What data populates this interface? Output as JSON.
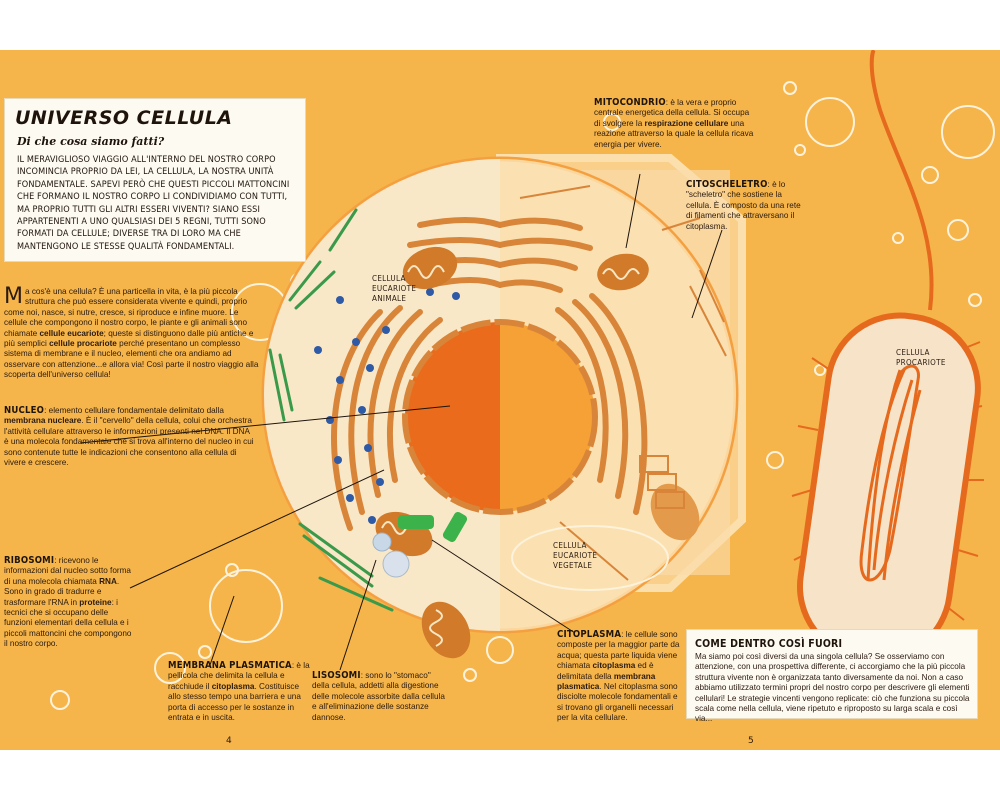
{
  "title": "UNIVERSO CELLULA",
  "subtitle": "Di che cosa siamo fatti?",
  "intro": "IL MERAVIGLIOSO VIAGGIO ALL'INTERNO DEL NOSTRO CORPO INCOMINCIA PROPRIO DA LEI, LA CELLULA, LA NOSTRA UNITÀ FONDAMENTALE. SAPEVI PERÒ CHE QUESTI PICCOLI MATTONCINI CHE FORMANO IL NOSTRO CORPO LI CONDIVIDIAMO CON TUTTI, MA PROPRIO TUTTI GLI ALTRI ESSERI VIVENTI? SIANO ESSI APPARTENENTI A UNO QUALSIASI DEI 5 REGNI, TUTTI SONO FORMATI DA CELLULE; DIVERSE TRA DI LORO MA CHE MANTENGONO LE STESSE QUALITÀ FONDAMENTALI.",
  "what_is": {
    "dropcap": "M",
    "p1": "a cos'è una cellula? È una particella in vita, è la più piccola struttura che può essere considerata vivente e quindi, proprio come noi, nasce, si nutre, cresce, si riproduce e infine muore. Le cellule che compongono il nostro corpo, le piante e gli animali sono chiamate ",
    "b1": "cellule eucariote",
    "p2": "; queste si distinguono dalle più antiche e più semplici ",
    "b2": "cellule procariote",
    "p3": " perché presentano un complesso sistema di membrane e il nucleo, elementi che ora andiamo ad osservare con attenzione...e allora via! Così parte il nostro viaggio alla scoperta dell'universo cellula!"
  },
  "nucleo": {
    "head": "NUCLEO",
    "p1": ": elemento cellulare fondamentale delimitato dalla ",
    "b1": "membrana nucleare",
    "p2": ". È il \"cervello\" della cellula, colui che orchestra l'attività cellulare attraverso le informazioni presenti nel DNA. Il DNA è una molecola fondamentale che si trova all'interno del nucleo in cui sono contenute tutte le indicazioni che consentono alla cellula di vivere e crescere."
  },
  "ribosomi": {
    "head": "RIBOSOMI",
    "p1": ": ricevono le informazioni dal nucleo sotto forma di una molecola chiamata ",
    "b1": "RNA",
    "p2": ". Sono in grado di tradurre e trasformare l'RNA in ",
    "b2": "proteine",
    "p3": ": i tecnici che si occupano delle funzioni elementari della cellula e i piccoli mattoncini che compongono il nostro corpo."
  },
  "membrana": {
    "head": "MEMBRANA PLASMATICA",
    "p1": ": è la pellicola che delimita la cellula e racchiude il ",
    "b1": "citoplasma",
    "p2": ". Costituisce allo stesso tempo una barriera e una porta di accesso per le sostanze in entrata e in uscita."
  },
  "lisosomi": {
    "head": "LISOSOMI",
    "p1": ": sono lo \"stomaco\" della cellula, addetti alla digestione delle molecole assorbite dalla cellula e all'eliminazione delle sostanze dannose."
  },
  "citoplasma": {
    "head": "CITOPLASMA",
    "p1": ": le cellule sono composte per la maggior parte da acqua; questa parte liquida viene chiamata ",
    "b1": "citoplasma",
    "p2": " ed è delimitata della ",
    "b2": "membrana plasmatica",
    "p3": ". Nel citoplasma sono disciolte molecole fondamentali e si trovano gli organelli necessari per la vita cellulare."
  },
  "mitocondrio": {
    "head": "MITOCONDRIO",
    "p1": ": è la vera e proprio centrale energetica della cellula. Si occupa di svolgere la ",
    "b1": "respirazione cellulare",
    "p2": " una reazione attraverso la quale la cellula ricava energia per vivere."
  },
  "citoscheletro": {
    "head": "CITOSCHELETRO",
    "p1": ": è lo \"scheletro\" che sostiene la cellula. È composto da una rete di filamenti che attraversano il citoplasma."
  },
  "come_dentro": {
    "head": "COME DENTRO COSÌ FUORI",
    "body": "Ma siamo poi così diversi da una singola cellula? Se osserviamo con attenzione, con una prospettiva differente, ci accorgiamo che la più piccola struttura vivente non è organizzata tanto diversamente da noi. Non a caso abbiamo utilizzato termini propri del nostro corpo per descrivere gli elementi cellulari! Le strategie vincenti vengono replicate: ciò che funziona su piccola scala come nella cellula, viene ripetuto e riproposto su larga scala e così via..."
  },
  "labels": {
    "animale": "CELLULA EUCARIOTE ANIMALE",
    "vegetale": "CELLULA EUCARIOTE VEGETALE",
    "procariote": "CELLULA PROCARIOTE"
  },
  "pages": {
    "left": "4",
    "right": "5"
  },
  "colors": {
    "background": "#f6b54a",
    "nucleus": "#ef8a1f",
    "mito": "#d07a2a",
    "green": "#3a9a4a",
    "ribosome": "#2f5aa6"
  }
}
